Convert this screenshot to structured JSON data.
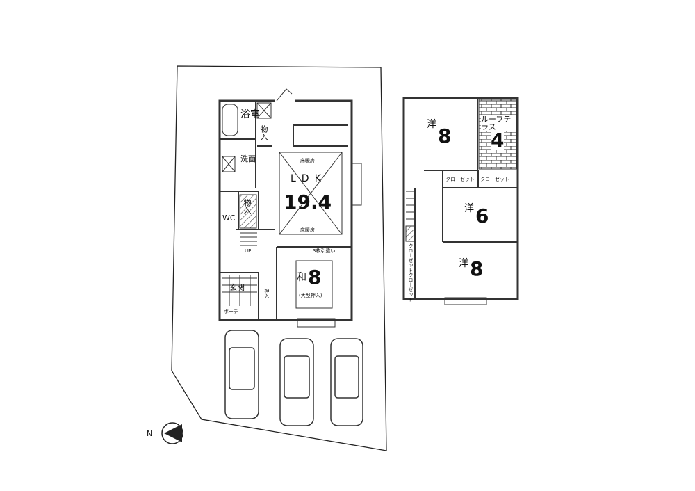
{
  "floor1": {
    "bath": "浴室",
    "storage1": "物入",
    "washroom": "洗面",
    "wc": "WC",
    "storage2": "物入",
    "stairs_up": "UP",
    "ldk_label": "LDK",
    "ldk_size": "19.4",
    "floor_heating_top": "床暖房",
    "floor_heating_bottom": "床暖房",
    "japanese_room": "和",
    "japanese_size": "8",
    "sliding_doors": "3枚引違い",
    "large_closet": "(大型押入)",
    "entrance": "玄関",
    "porch": "ポーチ",
    "oshiire": "押入"
  },
  "floor2": {
    "room1": "洋",
    "room1_size": "8",
    "roof_terrace": "ルーフテラス",
    "roof_terrace_size": "4",
    "closet_a": "クローゼット",
    "closet_b": "クローゼット",
    "room2": "洋",
    "room2_size": "6",
    "room3": "洋",
    "room3_size": "8",
    "closet_c": "クローゼット",
    "closet_d": "クローゼット"
  },
  "compass": {
    "north": "N"
  }
}
